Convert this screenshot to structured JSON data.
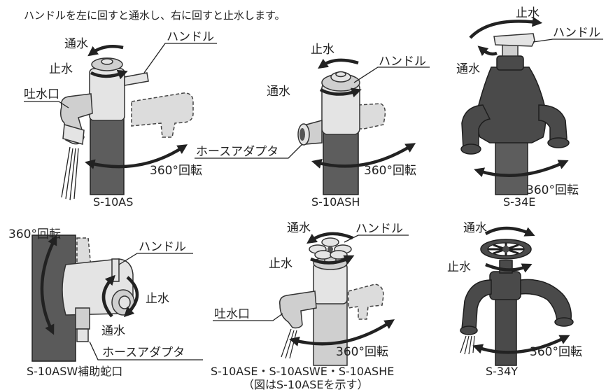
{
  "intro": "ハンドルを左に回すと通水し、右に回すと止水します。",
  "labels": {
    "water_on": "通水",
    "water_off": "止水",
    "handle": "ハンドル",
    "spout": "吐水口",
    "hose_adapter": "ホースアダプタ",
    "rotation": "360°回転"
  },
  "captions": {
    "s10as": "S-10AS",
    "s10ash": "S-10ASH",
    "s34e": "S-34E",
    "s10asw": "S-10ASW補助蛇口",
    "s10ase": "S-10ASE・S-10ASWE・S-10ASHE",
    "s10ase_note": "（図はS-10ASEを示す）",
    "s34y": "S-34Y"
  }
}
